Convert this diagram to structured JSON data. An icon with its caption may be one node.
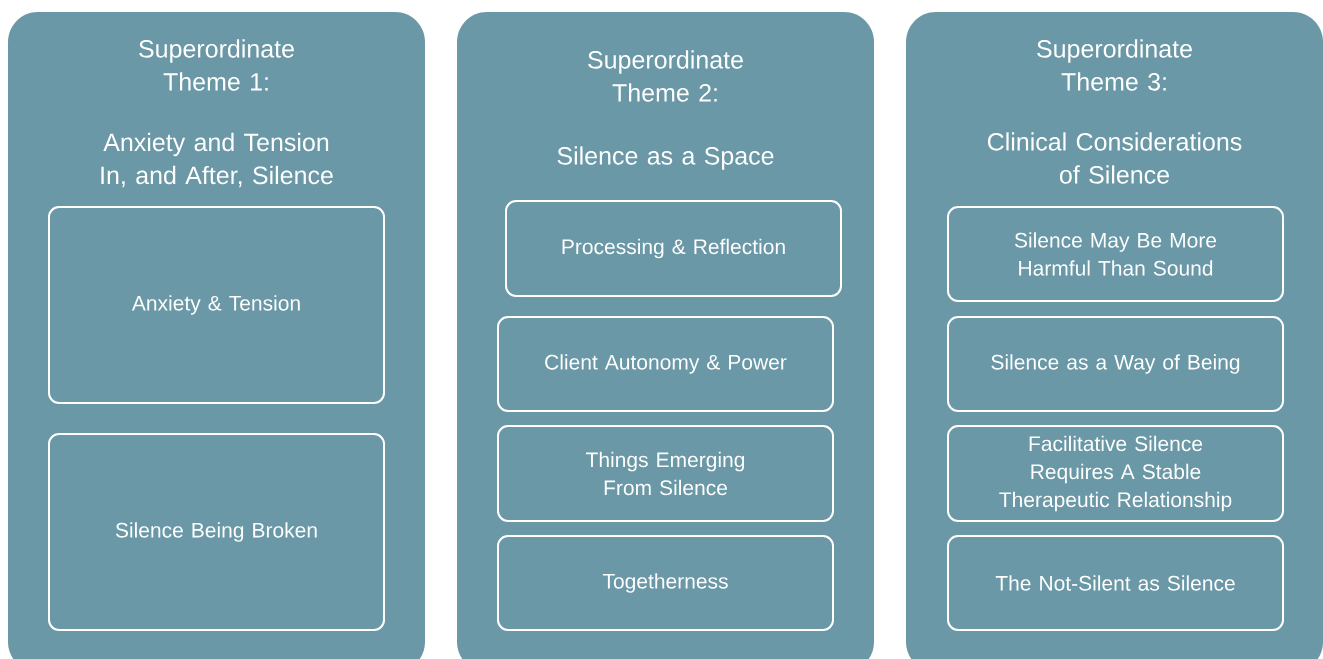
{
  "diagram": {
    "nodes": [
      {
        "text": [
          "Superordinate Theme 1:",
          "Anxiety and Tension In, and After, Silence"
        ]
      },
      {
        "text": [
          "Anxiety & Tension"
        ],
        "in": 0
      },
      {
        "text": [
          "Silence Being Broken"
        ],
        "in": 0
      },
      {
        "text": [
          "Superordinate Theme 2:",
          "Silence as a Space"
        ]
      },
      {
        "text": [
          "Processing & Reflection"
        ],
        "in": 3
      },
      {
        "text": [
          "Client Autonomy & Power"
        ],
        "in": 3
      },
      {
        "text": [
          "Things Emerging From Silence"
        ],
        "in": 3
      },
      {
        "text": [
          "Togetherness"
        ],
        "in": 3
      },
      {
        "text": [
          "Superordinate Theme 3:",
          "Clinical Considerations of Silence"
        ]
      },
      {
        "text": [
          "Silence May Be More Harmful Than Sound"
        ],
        "in": 8
      },
      {
        "text": [
          "Silence as a Way of Being"
        ],
        "in": 8
      },
      {
        "text": [
          "Facilitative Silence Requires A Stable Therapeutic Relationship"
        ],
        "in": 8
      },
      {
        "text": [
          "The Not-Silent as Silence"
        ],
        "in": 8
      }
    ]
  }
}
